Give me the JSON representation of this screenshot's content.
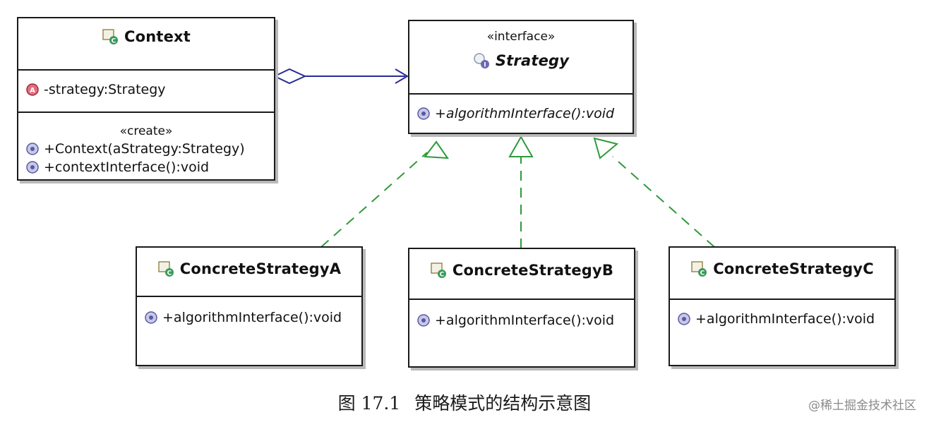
{
  "context": {
    "name": "Context",
    "attribute": "-strategy:Strategy",
    "stereotype": "«create»",
    "operations": [
      "+Context(aStrategy:Strategy)",
      "+contextInterface():void"
    ]
  },
  "strategy": {
    "stereotype": "«interface»",
    "name": "Strategy",
    "operation": "+algorithmInterface():void"
  },
  "concretes": [
    {
      "name": "ConcreteStrategyA",
      "operation": "+algorithmInterface():void"
    },
    {
      "name": "ConcreteStrategyB",
      "operation": "+algorithmInterface():void"
    },
    {
      "name": "ConcreteStrategyC",
      "operation": "+algorithmInterface():void"
    }
  ],
  "caption": {
    "figure": "图 17.1",
    "text": "策略模式的结构示意图"
  },
  "watermark": "@稀土掘金技术社区",
  "colors": {
    "aggregation_line": "#2a2a9a",
    "realization_line": "#2e9a3a",
    "private_attr_icon": "#c23a4a",
    "method_icon": "#6a6ab0",
    "class_icon": "#3a9a5a"
  }
}
